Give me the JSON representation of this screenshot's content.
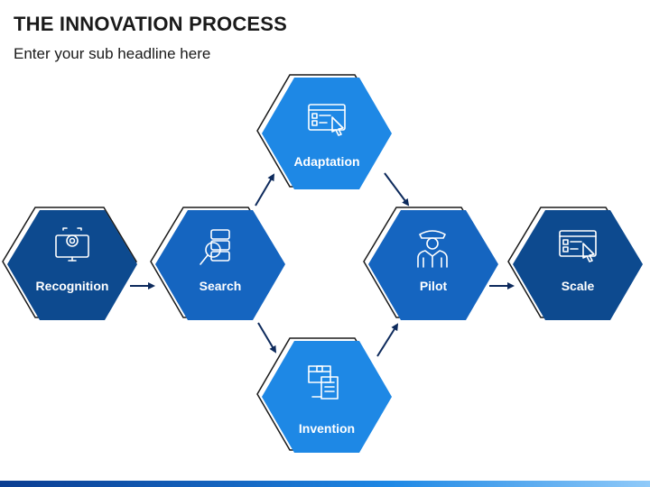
{
  "header": {
    "title": "THE INNOVATION PROCESS",
    "subtitle": "Enter your sub headline here"
  },
  "nodes": [
    {
      "id": "recognition",
      "label": "Recognition",
      "color": "#0d4a8f",
      "icon": "monitor-eye-icon"
    },
    {
      "id": "search",
      "label": "Search",
      "color": "#1565c0",
      "icon": "search-database-icon"
    },
    {
      "id": "adaptation",
      "label": "Adaptation",
      "color": "#1e88e5",
      "icon": "checklist-touch-icon"
    },
    {
      "id": "invention",
      "label": "Invention",
      "color": "#1e88e5",
      "icon": "box-document-icon"
    },
    {
      "id": "pilot",
      "label": "Pilot",
      "color": "#1565c0",
      "icon": "pilot-icon"
    },
    {
      "id": "scale",
      "label": "Scale",
      "color": "#0d4a8f",
      "icon": "checklist-touch-icon"
    }
  ],
  "flow": [
    [
      "recognition",
      "search"
    ],
    [
      "search",
      "adaptation"
    ],
    [
      "search",
      "invention"
    ],
    [
      "adaptation",
      "pilot"
    ],
    [
      "invention",
      "pilot"
    ],
    [
      "pilot",
      "scale"
    ]
  ],
  "colors": {
    "arrow": "#0d2a5c",
    "outline": "#1a1a1a",
    "bar_gradient": [
      "#0b3d91",
      "#1565c0",
      "#1e88e5",
      "#90caf9"
    ]
  }
}
